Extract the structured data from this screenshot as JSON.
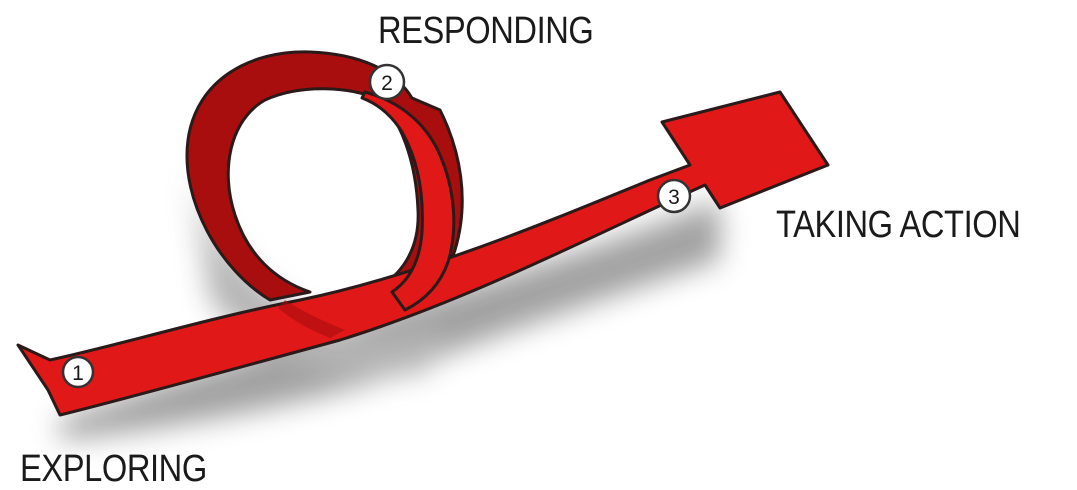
{
  "diagram": {
    "colors": {
      "ribbon": "#e01818",
      "ribbon_dark": "#a80e0e",
      "outline": "#2a1a1a",
      "marker_fill": "#ffffff",
      "marker_stroke": "#333333",
      "text": "#1a1a1a"
    },
    "stages": [
      {
        "number": "1",
        "label": "EXPLORING"
      },
      {
        "number": "2",
        "label": "RESPONDING"
      },
      {
        "number": "3",
        "label": "TAKING ACTION"
      }
    ]
  }
}
